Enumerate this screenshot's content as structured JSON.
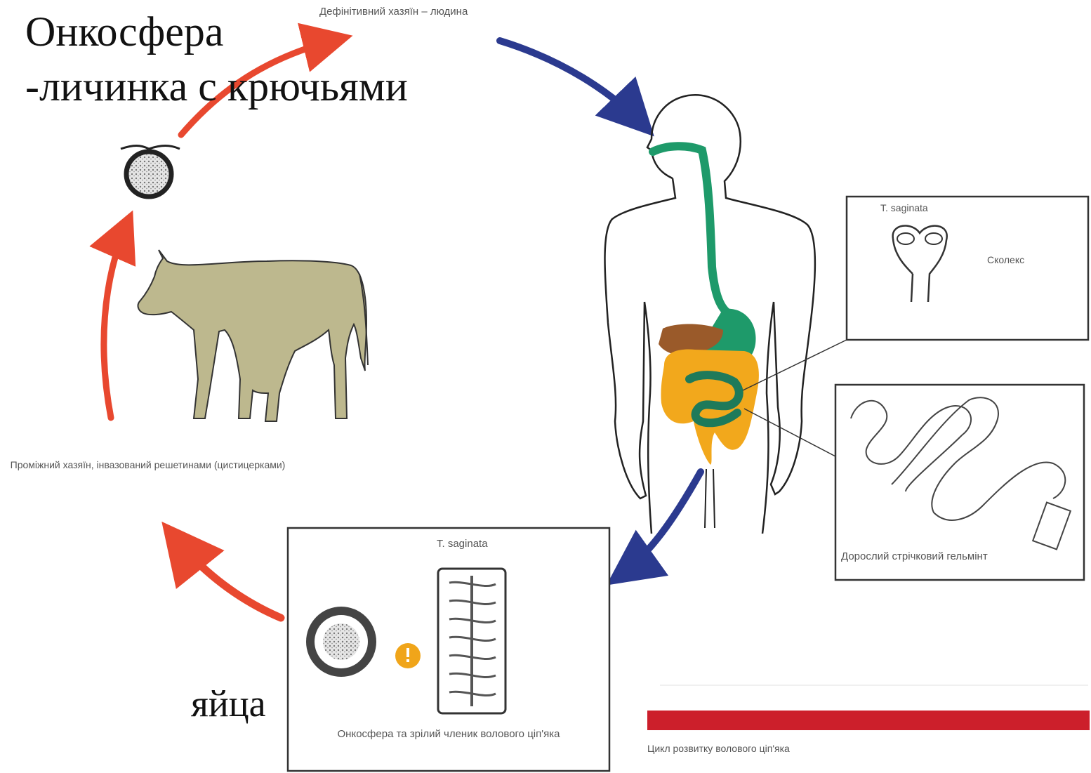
{
  "overlay": {
    "title_line1": "Онкосфера",
    "title_line2": "-личинка с крючьями",
    "eggs": "яйца"
  },
  "labels": {
    "definitive_host": "Дефінітивний хазяїн – людина",
    "intermediate_host": "Проміжний хазяїн, інвазований решетинами (цистицерками)",
    "scolex_species": "T. saginata",
    "scolex": "Сколекс",
    "adult": "Дорослий стрічковий гельмінт",
    "eggs_species": "T. saginata",
    "eggs_caption": "Онкосфера та зрілий членик волового ціп'яка",
    "cycle": "Цикл розвитку волового ціп'яка"
  },
  "colors": {
    "red_arrow": "#e8482f",
    "blue_arrow": "#2b3a8f",
    "esophagus_green": "#1e9a6a",
    "intestine_yellow": "#f2a81c",
    "liver_brown": "#9a5a2a",
    "cow_olive": "#bdb88e",
    "egg_badge": "#f0a51a",
    "cycle_bar": "#cc1f2b"
  },
  "icons": [
    "onchosphere-icon",
    "cow-icon",
    "human-body-icon",
    "scolex-icon",
    "tapeworm-icon",
    "egg-icon",
    "proglottid-icon",
    "exclamation-icon"
  ]
}
